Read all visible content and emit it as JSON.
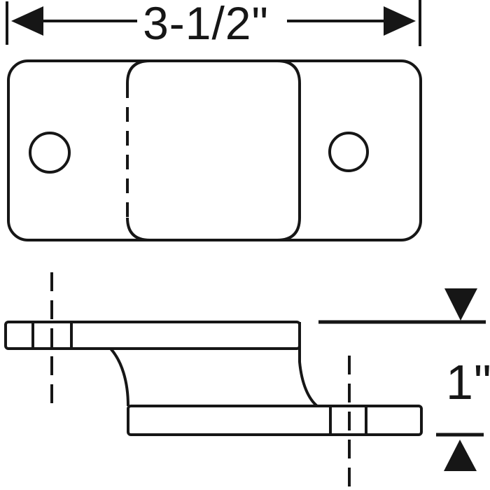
{
  "theme": {
    "background": "#ffffff",
    "line_color": "#161616"
  },
  "dimensions": {
    "width_label": "3-1/2\"",
    "height_label": "1\""
  },
  "views": {
    "top_view": {
      "description": "plan view of bracket plate",
      "hole_count": 2,
      "center_pad_hidden_edge": "dashed"
    },
    "side_view": {
      "description": "offset profile view with hole centerlines",
      "centerline_count": 2
    }
  }
}
